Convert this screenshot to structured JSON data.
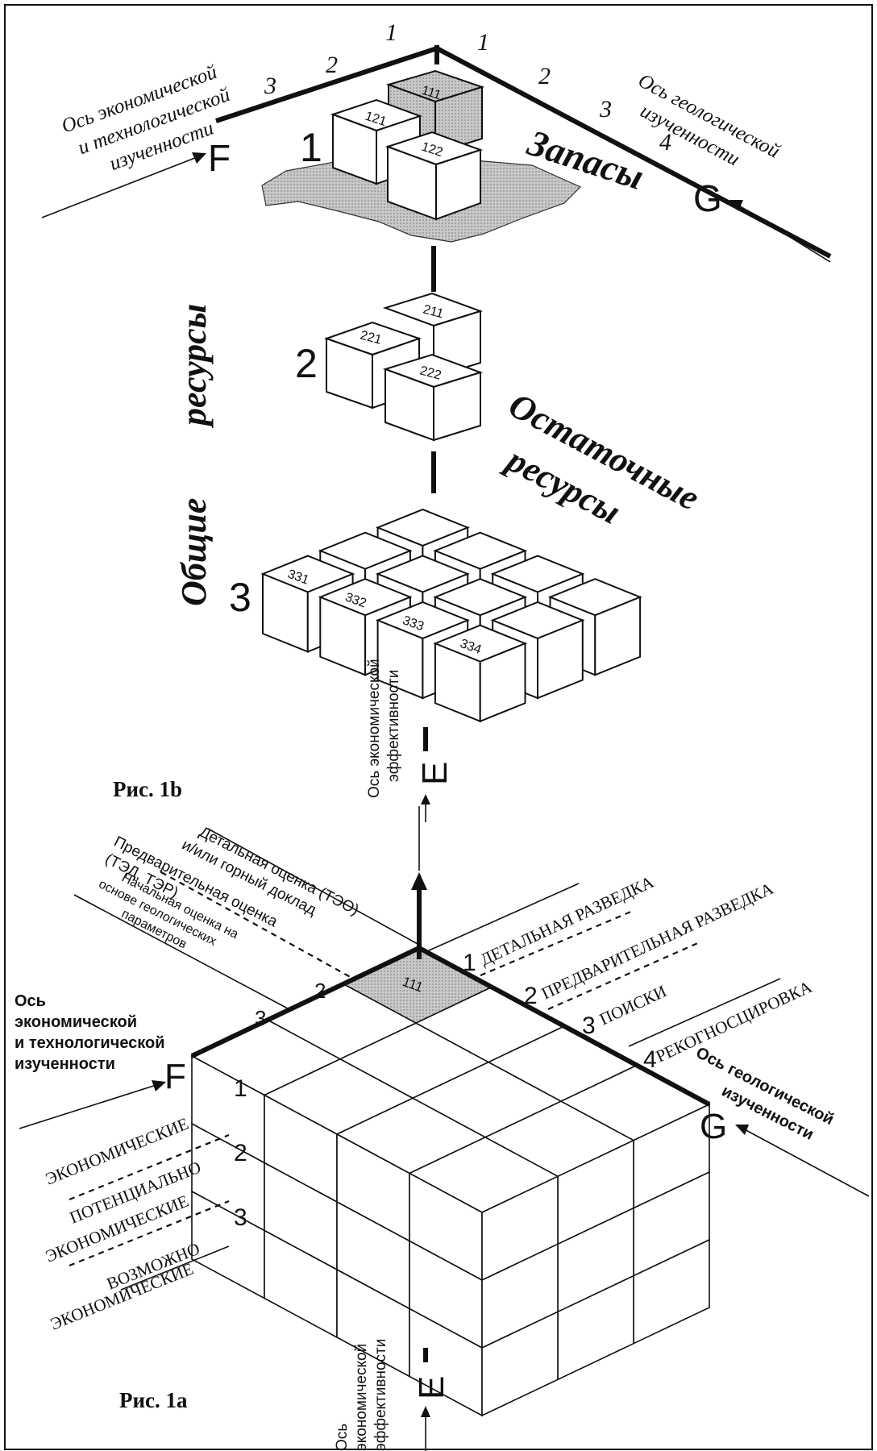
{
  "figure_b": {
    "caption": "Рис. 1b",
    "axis_f_label": "Ось экономической и технологической изученности",
    "axis_g_label": "Ось геологической изученности",
    "axis_e_label": "Ось экономической эффективности",
    "axis_f_letter": "F",
    "axis_g_letter": "G",
    "axis_e_letter": "E",
    "f_ticks": [
      "1",
      "2",
      "3"
    ],
    "g_ticks": [
      "1",
      "2",
      "3",
      "4"
    ],
    "reserves_label": "Запасы",
    "total_resources_label_1": "Общие",
    "total_resources_label_2": "ресурсы",
    "residual_resources_label_1": "Остаточные",
    "residual_resources_label_2": "ресурсы",
    "level_numbers": [
      "1",
      "2",
      "3"
    ],
    "cube_codes_level1": [
      "111",
      "121",
      "122"
    ],
    "cube_codes_level2": [
      "211",
      "221",
      "222"
    ],
    "cube_codes_level3": [
      "331",
      "332",
      "333",
      "334"
    ]
  },
  "figure_a": {
    "caption": "Рис. 1а",
    "axis_f_label": "Ось экономической и технологической изученности",
    "axis_g_label": "Ось геологической изученности",
    "axis_e_label": "Ось экономической эффективности",
    "axis_f_letter": "F",
    "axis_g_letter": "G",
    "axis_e_letter": "E",
    "corner_code": "111",
    "f_stages": [
      {
        "num": "1",
        "text": "Детальная оценка (ТЭО) и/или горный доклад"
      },
      {
        "num": "2",
        "text": "Предварительная оценка (ТЭД, ТЭР)"
      },
      {
        "num": "3",
        "text": "Начальная оценка на основе геологических параметров"
      }
    ],
    "g_stages": [
      {
        "num": "1",
        "text": "ДЕТАЛЬНАЯ РАЗВЕДКА"
      },
      {
        "num": "2",
        "text": "ПРЕДВАРИТЕЛЬНАЯ РАЗВЕДКА"
      },
      {
        "num": "3",
        "text": "ПОИСКИ"
      },
      {
        "num": "4",
        "text": "РЕКОГНОСЦИРОВКА"
      }
    ],
    "e_stages": [
      {
        "num": "1",
        "text": "ЭКОНОМИЧЕСКИЕ"
      },
      {
        "num": "2",
        "text_1": "ПОТЕНЦИАЛЬНО",
        "text_2": "ЭКОНОМИЧЕСКИЕ"
      },
      {
        "num": "3",
        "text_1": "ВОЗМОЖНО",
        "text_2": "ЭКОНОМИЧЕСКИЕ"
      }
    ]
  }
}
